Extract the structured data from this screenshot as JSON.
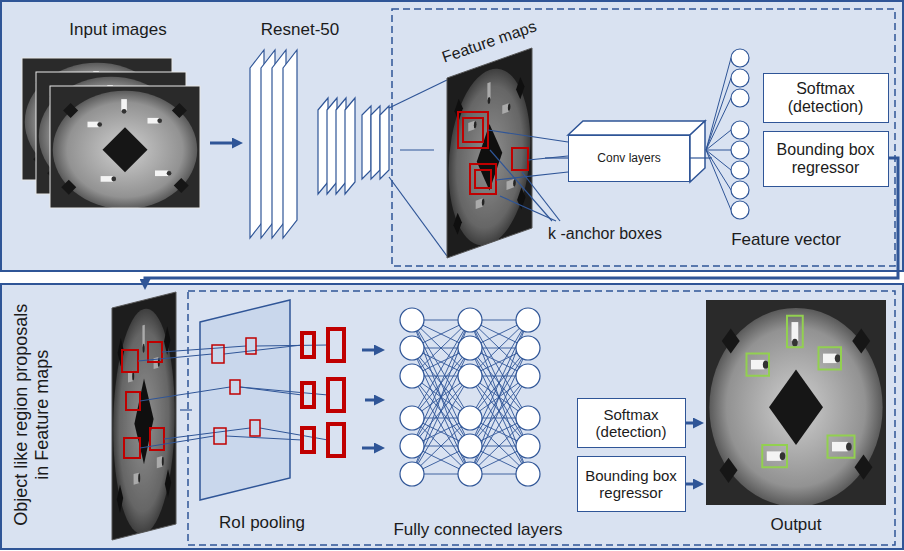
{
  "diagram": {
    "nodes": [
      {
        "text": [
          "Input images"
        ]
      },
      {
        "text": [
          "Resnet-50"
        ]
      },
      {
        "text": [
          "Feature maps"
        ]
      },
      {
        "text": [
          "Conv layers"
        ]
      },
      {
        "text": [
          "Feature vector"
        ]
      },
      {
        "text": [
          "Softmax (detection)"
        ]
      },
      {
        "text": [
          "Bounding box regressor"
        ]
      },
      {
        "text": [
          "Object like region proposals in Feature maps"
        ]
      },
      {
        "text": [
          "RoI pooling"
        ]
      },
      {
        "text": [
          "Fully connected layers"
        ]
      },
      {
        "text": [
          "Softmax (detection)"
        ]
      },
      {
        "text": [
          "Bounding box regressor"
        ]
      },
      {
        "text": [
          "Output"
        ]
      }
    ],
    "edges": [
      {
        "from": 0,
        "to": 1,
        "arrow": "to"
      },
      {
        "from": 1,
        "to": 2,
        "arrow": "none"
      },
      {
        "from": 2,
        "to": 3,
        "arrow": "none"
      },
      {
        "from": 3,
        "to": 4,
        "arrow": "none"
      },
      {
        "from": 6,
        "to": 7,
        "arrow": "to"
      },
      {
        "from": 7,
        "to": 8,
        "arrow": "none"
      },
      {
        "from": 8,
        "to": 9,
        "arrow": "to"
      },
      {
        "from": 10,
        "to": 12,
        "arrow": "to"
      },
      {
        "from": 11,
        "to": 12,
        "arrow": "to"
      }
    ],
    "labels": [
      "k -anchor boxes"
    ]
  }
}
